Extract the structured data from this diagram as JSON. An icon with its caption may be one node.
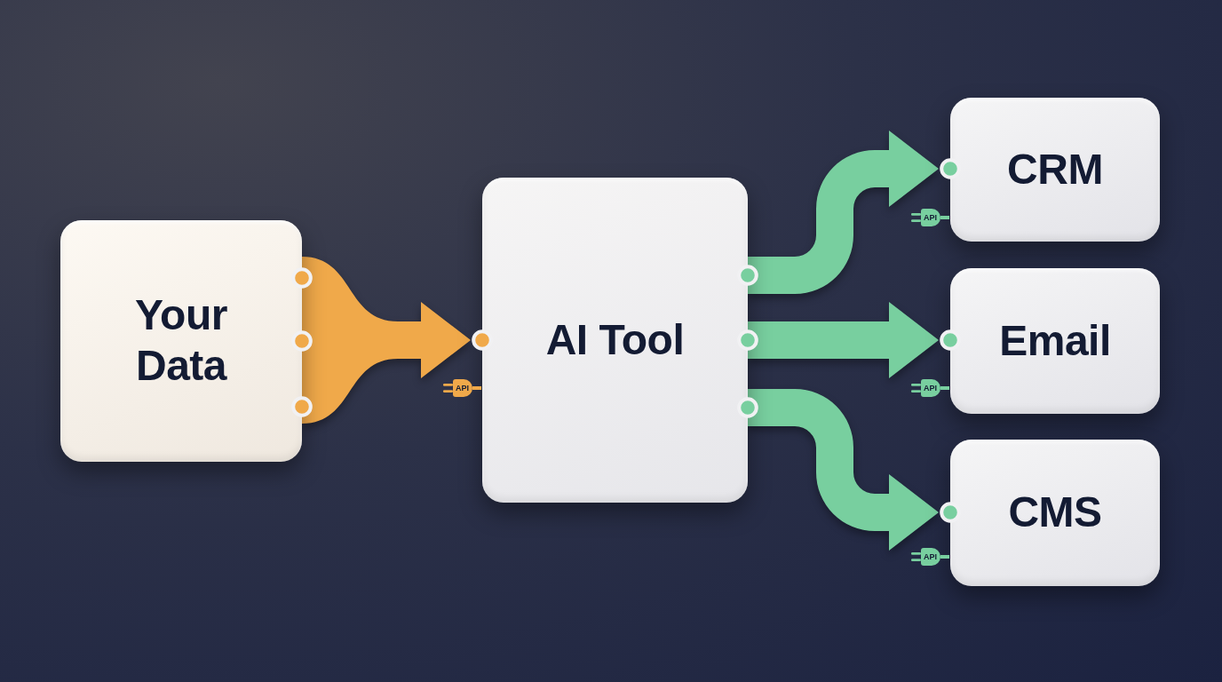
{
  "diagram": {
    "nodes": [
      {
        "text": [
          "Your Data"
        ]
      },
      {
        "text": [
          "AI Tool"
        ],
        "beside": [
          "API"
        ]
      },
      {
        "text": [
          "CRM"
        ],
        "beside": [
          "API"
        ]
      },
      {
        "text": [
          "Email"
        ],
        "beside": [
          "API"
        ]
      },
      {
        "text": [
          "CMS"
        ],
        "beside": [
          "API"
        ]
      }
    ],
    "edges": [
      {
        "from": 0,
        "to": 1,
        "arrow": "to",
        "style": "thick",
        "color": "#f0a94a"
      },
      {
        "from": 1,
        "to": 2,
        "arrow": "to",
        "style": "thick"
      },
      {
        "from": 1,
        "to": 3,
        "arrow": "to",
        "style": "thick"
      },
      {
        "from": 1,
        "to": 4,
        "arrow": "to",
        "style": "thick"
      }
    ]
  }
}
